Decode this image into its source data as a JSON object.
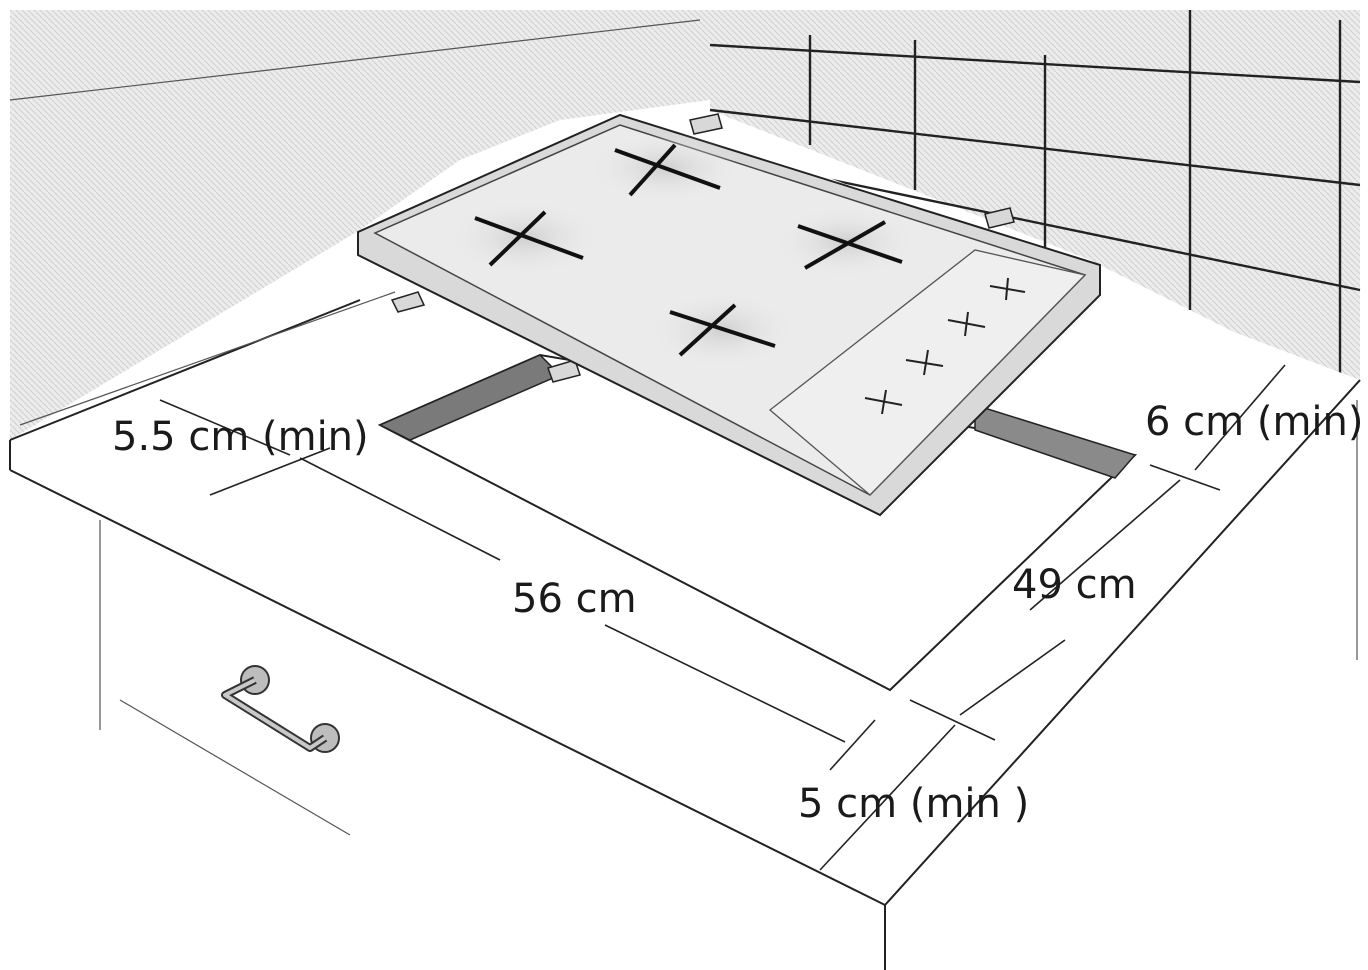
{
  "dimensions": {
    "left_margin": "5.5 cm (min)",
    "back_margin": "6 cm (min)",
    "cutout_width": "56 cm",
    "cutout_depth": "49 cm",
    "front_margin": "5 cm (min )"
  },
  "colors": {
    "line": "#222222",
    "wall_shade": "#e6e6e6",
    "tile_shade": "#e2e2e2",
    "hob_fill": "#e9e9e9",
    "burner_glow": "#d2d2d2",
    "cutout_shadow": "#7a7a7a",
    "background": "#ffffff"
  },
  "icons": {
    "burner": "cross-burner-icon",
    "control": "small-cross-knob-icon",
    "drawer_handle": "bar-handle-icon"
  }
}
